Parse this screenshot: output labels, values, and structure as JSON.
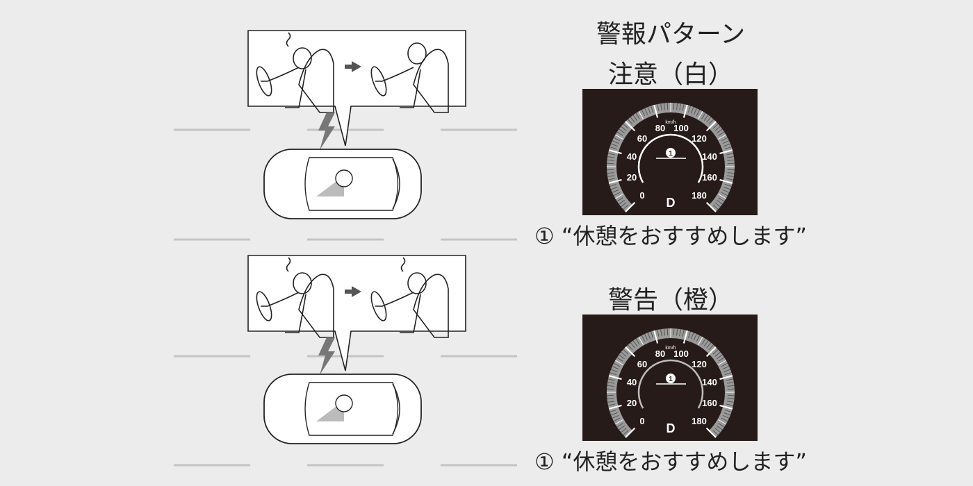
{
  "title": "警報パターン",
  "panels": [
    {
      "level_label": "注意（白）",
      "caption_marker": "①",
      "caption": "“休憩をおすすめします”",
      "indicator_color": "#ffffff"
    },
    {
      "level_label": "警告（橙）",
      "caption_marker": "①",
      "caption": "“休憩をおすすめします”",
      "indicator_color": "#bdbdbd"
    }
  ],
  "gauge": {
    "unit": "km/h",
    "gear": "D",
    "marker": "1",
    "ticks": [
      "0",
      "20",
      "40",
      "60",
      "80",
      "100",
      "120",
      "140",
      "160",
      "180"
    ],
    "min": 0,
    "max": 180
  },
  "colors": {
    "background": "#ececec",
    "gauge_bg": "#261b18",
    "ring": "#9a9a9a"
  }
}
